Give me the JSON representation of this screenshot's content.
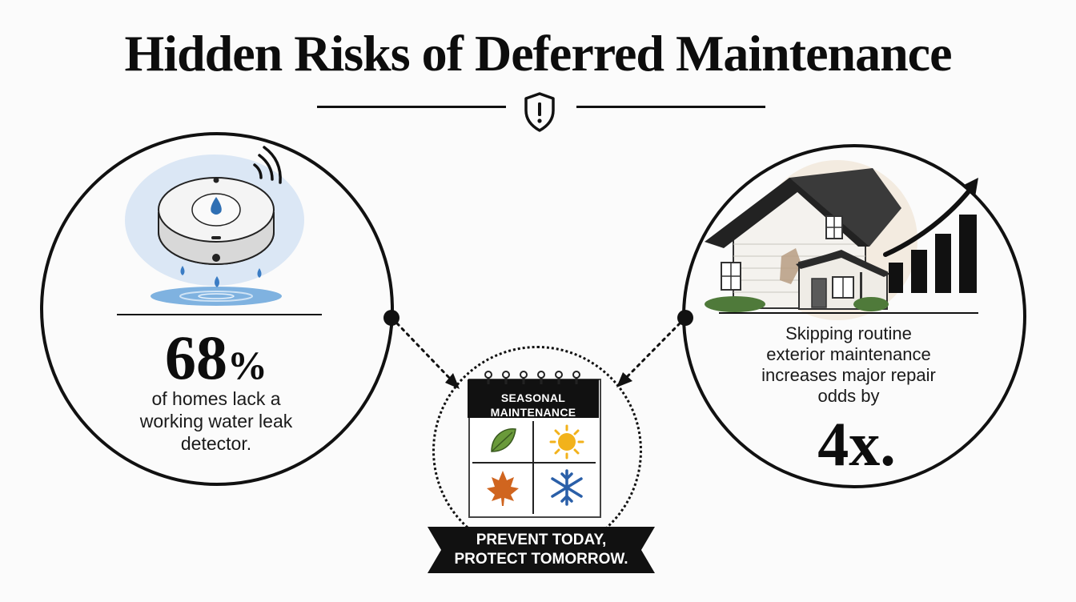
{
  "header": {
    "title": "Hidden Risks of Deferred Maintenance"
  },
  "icons": {
    "divider_icon": "shield-exclamation-icon",
    "left_illustration": "water-leak-detector-icon",
    "right_illustration": "house-with-rising-bar-chart-icon",
    "center_illustration": "seasonal-calendar-icon",
    "calendar_quadrants": [
      "leaf-icon",
      "sun-icon",
      "maple-leaf-icon",
      "snowflake-icon"
    ]
  },
  "left_stat": {
    "value": "68",
    "unit": "%",
    "caption_lines": [
      "of homes lack a",
      "working water leak",
      "detector."
    ]
  },
  "right_stat": {
    "caption_lines": [
      "Skipping routine",
      "exterior maintenance",
      "increases major repair",
      "odds by"
    ],
    "value": "4x."
  },
  "calendar": {
    "header_line1": "SEASONAL",
    "header_line2": "MAINTENANCE"
  },
  "banner": {
    "line1": "PREVENT TODAY,",
    "line2": "PROTECT TOMORROW."
  },
  "colors": {
    "ink": "#111111",
    "water_blue": "#2f6fb3",
    "water_glow": "#dbe7f5",
    "leaf_green": "#6a9a3a",
    "sun_yellow": "#f2b21b",
    "maple_orange": "#d0651f",
    "snow_blue": "#2a5fa8"
  }
}
